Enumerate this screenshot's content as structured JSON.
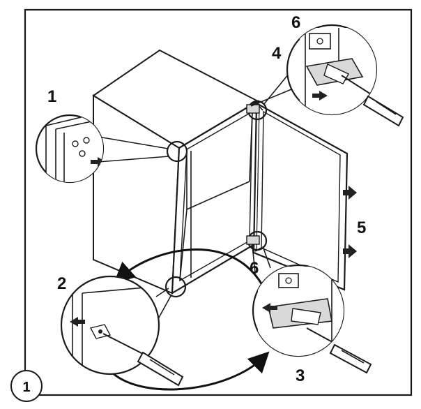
{
  "figure": {
    "number": "1",
    "callouts": {
      "c1": "1",
      "c2": "2",
      "c3": "3",
      "c4": "4",
      "c5": "5",
      "c6_top": "6",
      "c6_bottom": "6"
    }
  }
}
